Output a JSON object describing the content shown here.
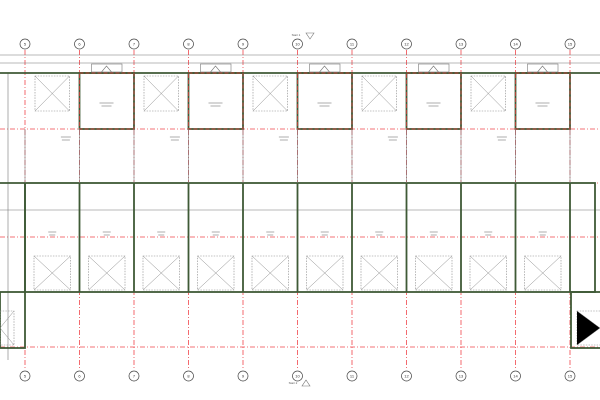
{
  "drawing": {
    "grid_labels": [
      "5",
      "6",
      "7",
      "8",
      "9",
      "10",
      "11",
      "12",
      "13",
      "14",
      "15"
    ],
    "section_marker_top": "Stair 1",
    "section_marker_bottom": "Stair 2"
  },
  "colors": {
    "grid_line": "#f0454b",
    "wall": "#3f5a36",
    "text": "#333333"
  }
}
